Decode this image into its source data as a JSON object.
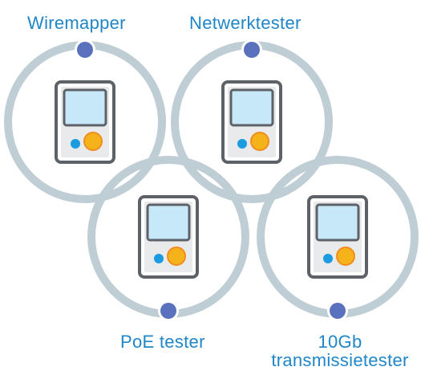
{
  "diagram": {
    "colors": {
      "ring": "#bfcdd5",
      "dot": "#5a72bd",
      "device_outline": "#5d6268",
      "device_body": "#ffffff",
      "device_panel": "#e9eaeb",
      "screen": "#c6e8f8",
      "button_blue": "#1c9be0",
      "button_orange": "#f5b21b",
      "button_orange_ring": "#f08d1e",
      "label": "#1f86c8"
    },
    "testers": [
      {
        "id": "wiremapper",
        "label": "Wiremapper",
        "icon": "handheld-tester-icon"
      },
      {
        "id": "netwerktester",
        "label": "Netwerktester",
        "icon": "handheld-tester-icon"
      },
      {
        "id": "poe-tester",
        "label": "PoE tester",
        "icon": "handheld-tester-icon"
      },
      {
        "id": "10gb-tester",
        "label": "10Gb transmissietester",
        "icon": "handheld-tester-icon"
      }
    ]
  }
}
